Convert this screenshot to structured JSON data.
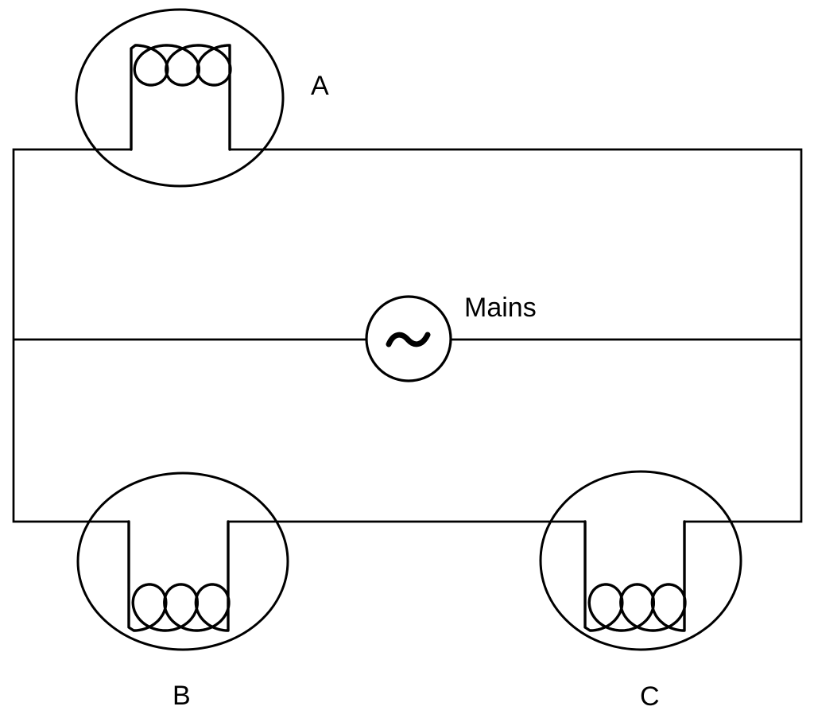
{
  "diagram": {
    "kind": "circuit-diagram",
    "colors": {
      "line": "#000000",
      "background": "#ffffff"
    },
    "labels": {
      "lamp_a": "A",
      "lamp_b": "B",
      "lamp_c": "C",
      "source": "Mains"
    }
  }
}
